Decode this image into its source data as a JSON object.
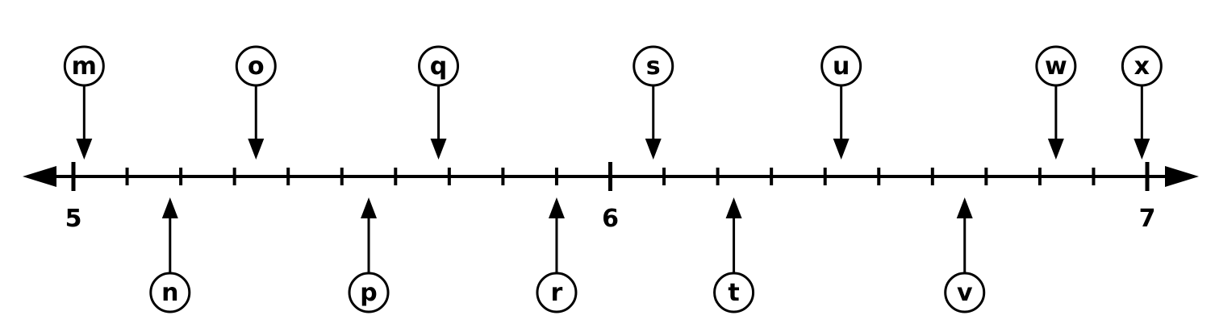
{
  "number_line": {
    "min": 5,
    "max": 7,
    "minor_step": 0.1,
    "major_ticks": [
      {
        "value": 5,
        "label": "5"
      },
      {
        "value": 6,
        "label": "6"
      },
      {
        "value": 7,
        "label": "7"
      }
    ],
    "color": "#000000"
  },
  "markers": [
    {
      "letter": "m",
      "value": 5.02,
      "side": "above"
    },
    {
      "letter": "n",
      "value": 5.18,
      "side": "below"
    },
    {
      "letter": "o",
      "value": 5.34,
      "side": "above"
    },
    {
      "letter": "p",
      "value": 5.55,
      "side": "below"
    },
    {
      "letter": "q",
      "value": 5.68,
      "side": "above"
    },
    {
      "letter": "r",
      "value": 5.9,
      "side": "below"
    },
    {
      "letter": "s",
      "value": 6.08,
      "side": "above"
    },
    {
      "letter": "t",
      "value": 6.23,
      "side": "below"
    },
    {
      "letter": "u",
      "value": 6.43,
      "side": "above"
    },
    {
      "letter": "v",
      "value": 6.66,
      "side": "below"
    },
    {
      "letter": "w",
      "value": 6.83,
      "side": "above"
    },
    {
      "letter": "x",
      "value": 6.99,
      "side": "above"
    }
  ]
}
